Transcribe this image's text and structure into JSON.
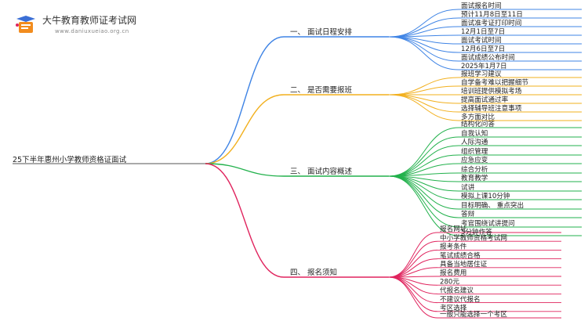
{
  "logo": {
    "title": "大牛教育教师证考试网",
    "url": "www.daniuxueiao.org.cn"
  },
  "root": {
    "label": "25下半年惠州小学教师资格证面试"
  },
  "colors": {
    "branch_1": "#3f84e5",
    "branch_2": "#f2b01e",
    "branch_3": "#22b14c",
    "branch_4": "#e0245e",
    "root_line": "#555555"
  },
  "branches": [
    {
      "label": "一、 面试日程安排",
      "leaves": [
        "面试报名时间",
        "预计11月8日至11日",
        "面试准考证打印时间",
        "12月1日至7日",
        "面试考试时间",
        "12月6日至7日",
        "面试成绩公布时间",
        "2025年1月7日"
      ]
    },
    {
      "label": "二、 是否需要报班",
      "leaves": [
        "报班学习建议",
        "自学备考难以把握细节",
        "培训班提供模拟考场",
        "提高面试通过率",
        "选择辅导班注意事项",
        "多方面对比"
      ]
    },
    {
      "label": "三、 面试内容概述",
      "leaves": [
        "结构化问答",
        "自我认知",
        "人际沟通",
        "组织管理",
        "应急应变",
        "综合分析",
        "教育教学",
        "试讲",
        "模拟上课10分钟",
        "目标明确、 重点突出",
        "答辩",
        "考官围绕试讲提问",
        "5分钟作答"
      ]
    },
    {
      "label": "四、 报名须知",
      "leaves": [
        "报名网址",
        "中小学教师资格考试网",
        "报考条件",
        "笔试成绩合格",
        "具备当地居住证",
        "报名费用",
        "280元",
        "代报名建议",
        "不建议代报名",
        "考区选择",
        "一般只能选择一个考区"
      ]
    }
  ]
}
